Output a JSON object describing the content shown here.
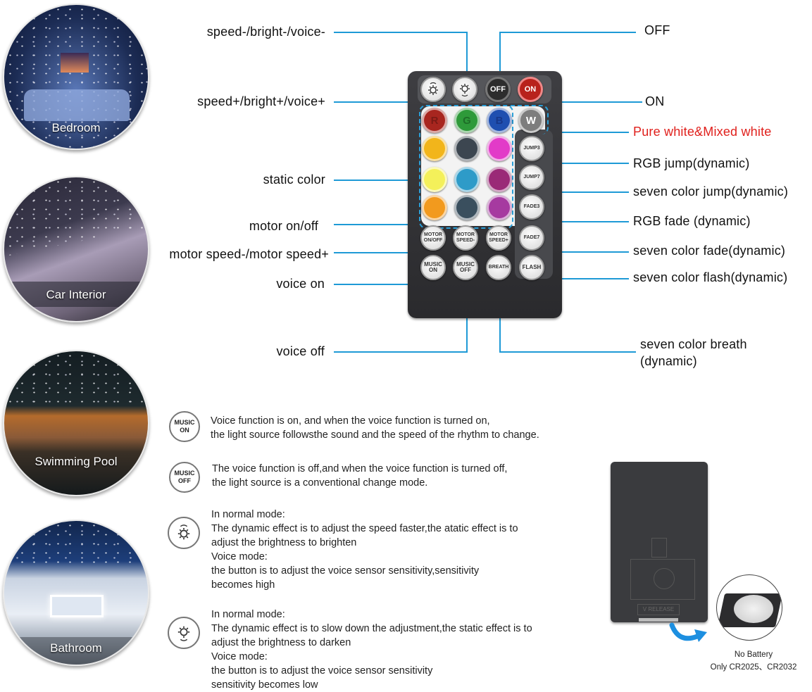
{
  "scenes": [
    {
      "label": "Bedroom"
    },
    {
      "label": "Car Interior"
    },
    {
      "label": "Swimming Pool"
    },
    {
      "label": "Bathroom"
    }
  ],
  "callouts": {
    "left": [
      {
        "text": "speed-/bright-/voice-"
      },
      {
        "text": "speed+/bright+/voice+"
      },
      {
        "text": "static color"
      },
      {
        "text": "motor on/off"
      },
      {
        "text": "motor speed-/motor speed+"
      },
      {
        "text": "voice on"
      },
      {
        "text": "voice off"
      }
    ],
    "right": [
      {
        "text": "OFF"
      },
      {
        "text": "ON"
      },
      {
        "text": "Pure white&Mixed white",
        "color": "#e0201c"
      },
      {
        "text": "RGB jump(dynamic)"
      },
      {
        "text": "seven color jump(dynamic)"
      },
      {
        "text": "RGB fade (dynamic)"
      },
      {
        "text": "seven color fade(dynamic)"
      },
      {
        "text": "seven color flash(dynamic)"
      },
      {
        "text": "seven color breath",
        "text2": "(dynamic)"
      }
    ]
  },
  "remote": {
    "top_row": [
      {
        "label": "",
        "icon": "brightness-up-icon"
      },
      {
        "label": "",
        "icon": "brightness-down-icon"
      },
      {
        "label": "OFF",
        "color": "#2d2d2d"
      },
      {
        "label": "ON",
        "color": "#b8221c"
      }
    ],
    "color_rows": [
      [
        {
          "label": "R",
          "color": "#a8261f"
        },
        {
          "label": "G",
          "color": "#2e9a3a"
        },
        {
          "label": "B",
          "color": "#1f4fb0"
        },
        {
          "label": "W",
          "color": "#7d7d7d"
        }
      ],
      [
        {
          "label": "",
          "color": "#f2b51b"
        },
        {
          "label": "",
          "color": "#3c4650"
        },
        {
          "label": "",
          "color": "#e23bc8"
        }
      ],
      [
        {
          "label": "",
          "color": "#f4f05a"
        },
        {
          "label": "",
          "color": "#2e9bc8"
        },
        {
          "label": "",
          "color": "#9a2a77"
        }
      ],
      [
        {
          "label": "",
          "color": "#f29a1e"
        },
        {
          "label": "",
          "color": "#3a4f5e"
        },
        {
          "label": "",
          "color": "#a63aa0"
        }
      ]
    ],
    "side_buttons": [
      "JUMP3",
      "JUMP7",
      "FADE3"
    ],
    "function_rows": [
      [
        "MOTOR\nON/OFF",
        "MOTOR\nSPEED-",
        "MOTOR\nSPEED+",
        "FADE7"
      ],
      [
        "MUSIC\nON",
        "MUSIC\nOFF",
        "BREATH",
        "FLASH"
      ]
    ]
  },
  "descriptions": [
    {
      "icon_label": "MUSIC\nON",
      "lines": [
        "Voice function is on, and when the voice function is turned on,",
        "the light source followsthe sound and the speed of the rhythm to change."
      ]
    },
    {
      "icon_label": "MUSIC\nOFF",
      "lines": [
        "The voice function is off,and when the voice function is turned off,",
        "the light source is a conventional change mode."
      ]
    },
    {
      "icon": "brightness-up-icon",
      "lines": [
        "In normal mode:",
        "The dynamic effect is to adjust the speed faster,the atatic effect is to",
        "adjust the brightness to brighten",
        "Voice mode:",
        "the button is to adjust the voice sensor sensitivity,sensitivity",
        "becomes high"
      ]
    },
    {
      "icon": "brightness-down-icon",
      "lines": [
        "In normal mode:",
        "The dynamic effect is to slow down the adjustment,the static effect is to",
        "adjust the brightness to darken",
        "Voice mode:",
        "the button is to adjust the voice sensor sensitivity",
        "sensitivity becomes low"
      ]
    }
  ],
  "battery": {
    "release_label": "V RELEASE",
    "caption_line1": "No Battery",
    "caption_line2": "Only CR2025、CR2032"
  },
  "colors": {
    "accent_line": "#1e9ad6",
    "highlight_red": "#e0201c"
  }
}
